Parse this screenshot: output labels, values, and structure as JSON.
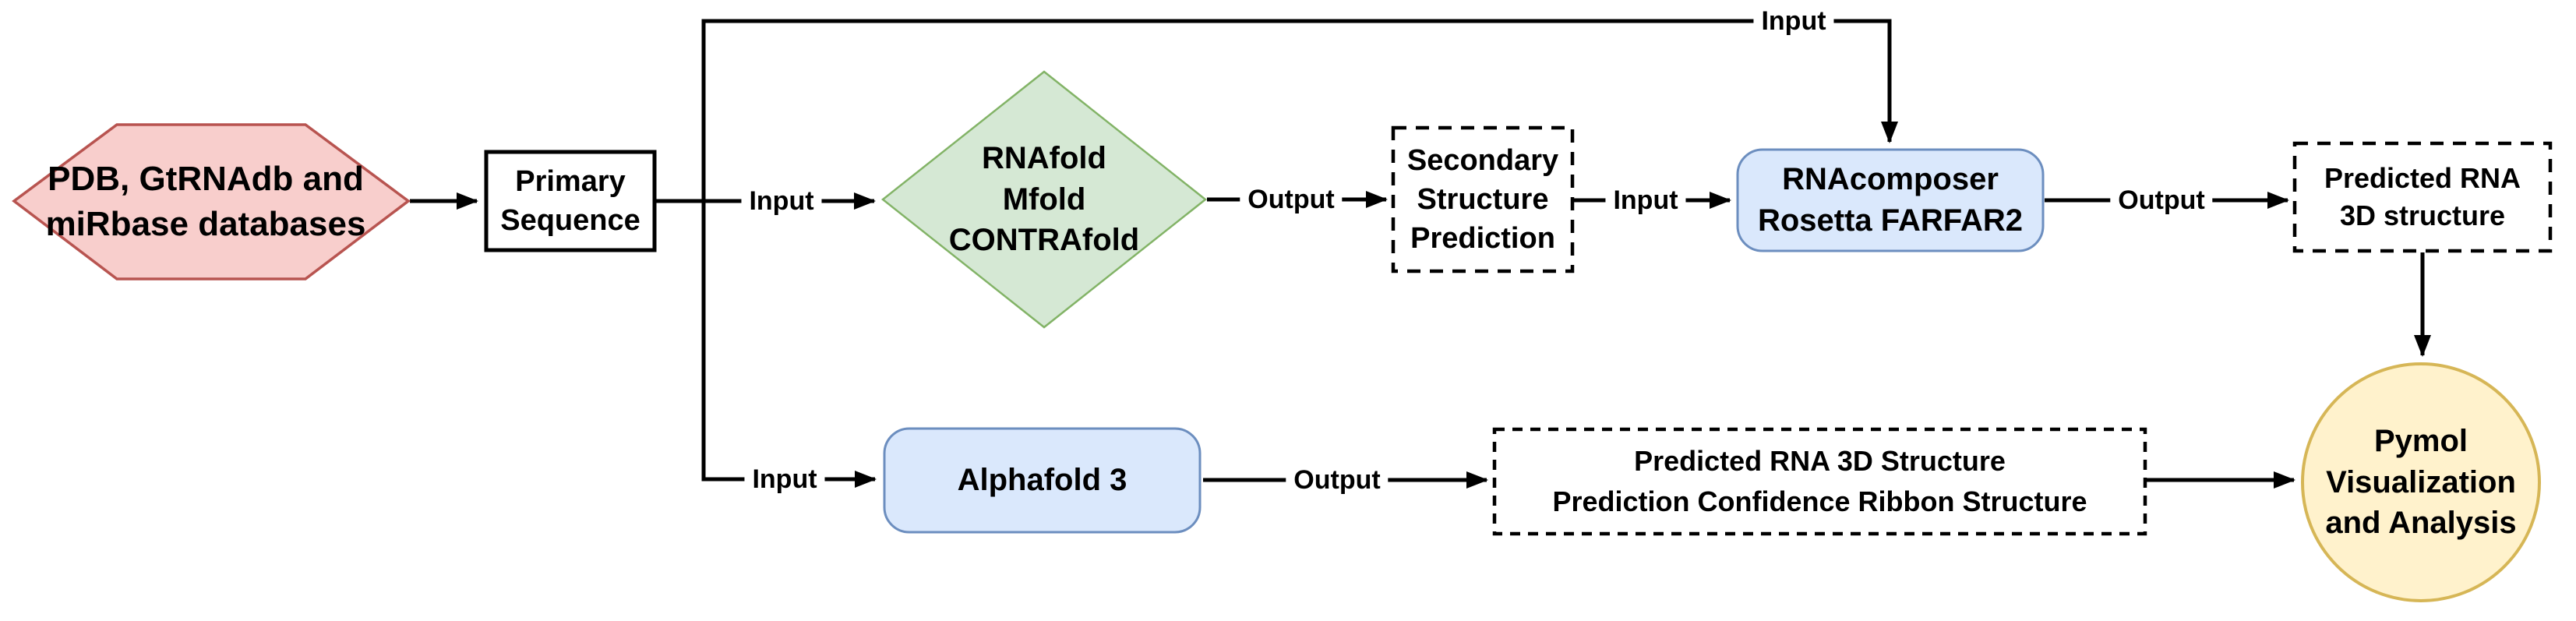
{
  "colors": {
    "canvas_bg": "#ffffff",
    "line_color": "#000000",
    "text_color": "#000000",
    "pink_fill": "#f8cecc",
    "pink_stroke": "#b85450",
    "green_fill": "#d5e8d4",
    "green_stroke": "#82b366",
    "blue_fill": "#dae8fc",
    "blue_stroke": "#6c8ebf",
    "yellow_fill": "#fff2cc",
    "yellow_stroke": "#d6b656",
    "plain_fill": "#ffffff",
    "plain_stroke": "#000000"
  },
  "nodes": {
    "databases": {
      "label": "PDB, GtRNAdb and\nmiRbase databases",
      "shape": "hexagon"
    },
    "primary_sequence": {
      "label": "Primary\nSequence",
      "shape": "rectangle"
    },
    "folding_tools": {
      "label": "RNAfold\nMfold\nCONTRAfold",
      "shape": "diamond"
    },
    "secondary_structure": {
      "label": "Secondary\nStructure\nPrediction",
      "shape": "dashed-rectangle"
    },
    "tertiary_tools": {
      "label": "RNAcomposer\nRosetta FARFAR2",
      "shape": "rounded-rectangle"
    },
    "predicted_3d": {
      "label": "Predicted RNA\n3D structure",
      "shape": "dashed-rectangle"
    },
    "alphafold": {
      "label": "Alphafold 3",
      "shape": "rounded-rectangle"
    },
    "alphafold_output": {
      "label": "Predicted RNA 3D Structure\nPrediction Confidence Ribbon Structure",
      "shape": "dashed-rectangle"
    },
    "pymol": {
      "label": "Pymol\nVisualization\nand Analysis",
      "shape": "circle"
    }
  },
  "edge_labels": {
    "seq_to_folding": "Input",
    "seq_to_tertiary": "Input",
    "seq_to_alphafold": "Input",
    "folding_to_secondary": "Output",
    "secondary_to_tertiary": "Input",
    "tertiary_to_predicted": "Output",
    "alphafold_to_output": "Output"
  }
}
